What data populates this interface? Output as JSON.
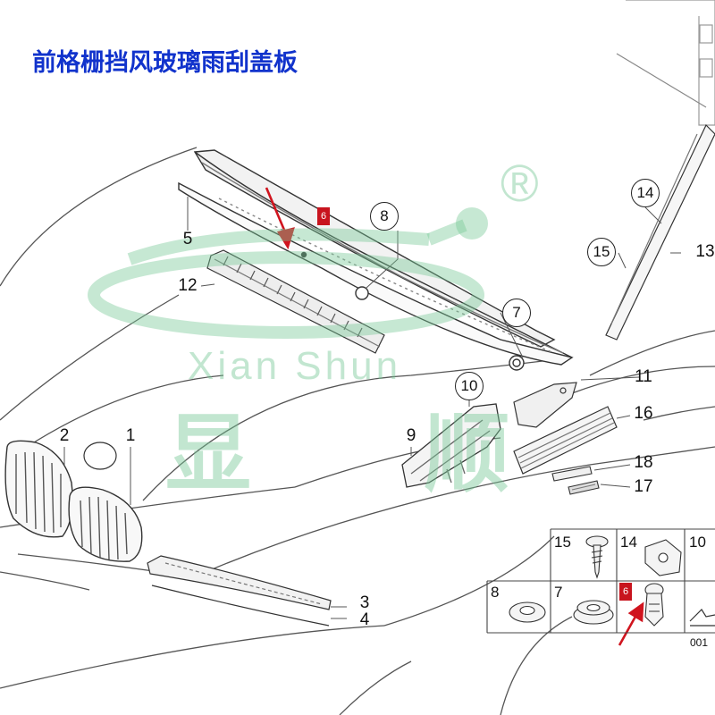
{
  "title": "前格栅挡风玻璃雨刮盖板",
  "watermark": {
    "brand_latin": "Xian Shun",
    "brand_cn": "显 顺",
    "registered_mark": "®"
  },
  "callouts": {
    "c1": "1",
    "c2": "2",
    "c3": "3",
    "c4": "4",
    "c5": "5",
    "c6": "6",
    "c7": "7",
    "c8": "8",
    "c9": "9",
    "c10": "10",
    "c11": "11",
    "c12": "12",
    "c13": "13",
    "c14": "14",
    "c15": "15",
    "c16": "16",
    "c17": "17",
    "c18": "18"
  },
  "legend": {
    "cells": [
      "15",
      "14",
      "10",
      "8",
      "7",
      "6"
    ],
    "code": "001"
  },
  "colors": {
    "title": "#1133cc",
    "highlight": "#c8141e",
    "watermark": "#78c896"
  }
}
